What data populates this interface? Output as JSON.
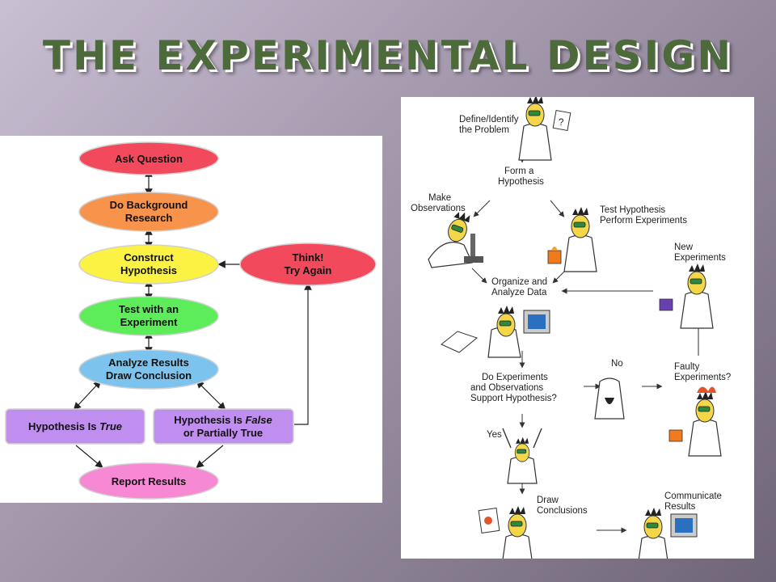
{
  "slide": {
    "title": "The Experimental Design"
  },
  "flowchart": {
    "nodes": {
      "ask": {
        "lines": [
          "Ask Question"
        ],
        "color": "#f24a5c"
      },
      "background": {
        "lines": [
          "Do Background",
          "Research"
        ],
        "color": "#f7934b"
      },
      "hypothesis": {
        "lines": [
          "Construct",
          "Hypothesis"
        ],
        "color": "#fbf244"
      },
      "think": {
        "lines": [
          "Think!",
          "Try Again"
        ],
        "color": "#f24a5c"
      },
      "test": {
        "lines": [
          "Test with an",
          "Experiment"
        ],
        "color": "#5ded5b"
      },
      "analyze": {
        "lines": [
          "Analyze Results",
          "Draw Conclusion"
        ],
        "color": "#7cc4ee"
      },
      "true": {
        "lines": [
          "Hypothesis Is ",
          "True"
        ],
        "color": "#c08eee"
      },
      "false": {
        "lines": [
          "Hypothesis Is ",
          "False",
          "or Partially True"
        ],
        "color": "#c08eee"
      },
      "report": {
        "lines": [
          "Report Results"
        ],
        "color": "#f788d4"
      }
    }
  },
  "scientific_method": {
    "labels": {
      "define": [
        "Define/Identify",
        "the Problem"
      ],
      "form": [
        "Form a",
        "Hypothesis"
      ],
      "make": [
        "Make",
        "Observations"
      ],
      "test": [
        "Test Hypothesis",
        "Perform Experiments"
      ],
      "new": [
        "New",
        "Experiments"
      ],
      "organize": [
        "Organize and",
        "Analyze Data"
      ],
      "support": [
        "Do Experiments",
        "and Observations",
        "Support Hypothesis?"
      ],
      "no": [
        "No"
      ],
      "faulty": [
        "Faulty",
        "Experiments?"
      ],
      "yes": [
        "Yes"
      ],
      "draw": [
        "Draw",
        "Conclusions"
      ],
      "communicate": [
        "Communicate",
        "Results"
      ],
      "question_mark": "?"
    }
  }
}
